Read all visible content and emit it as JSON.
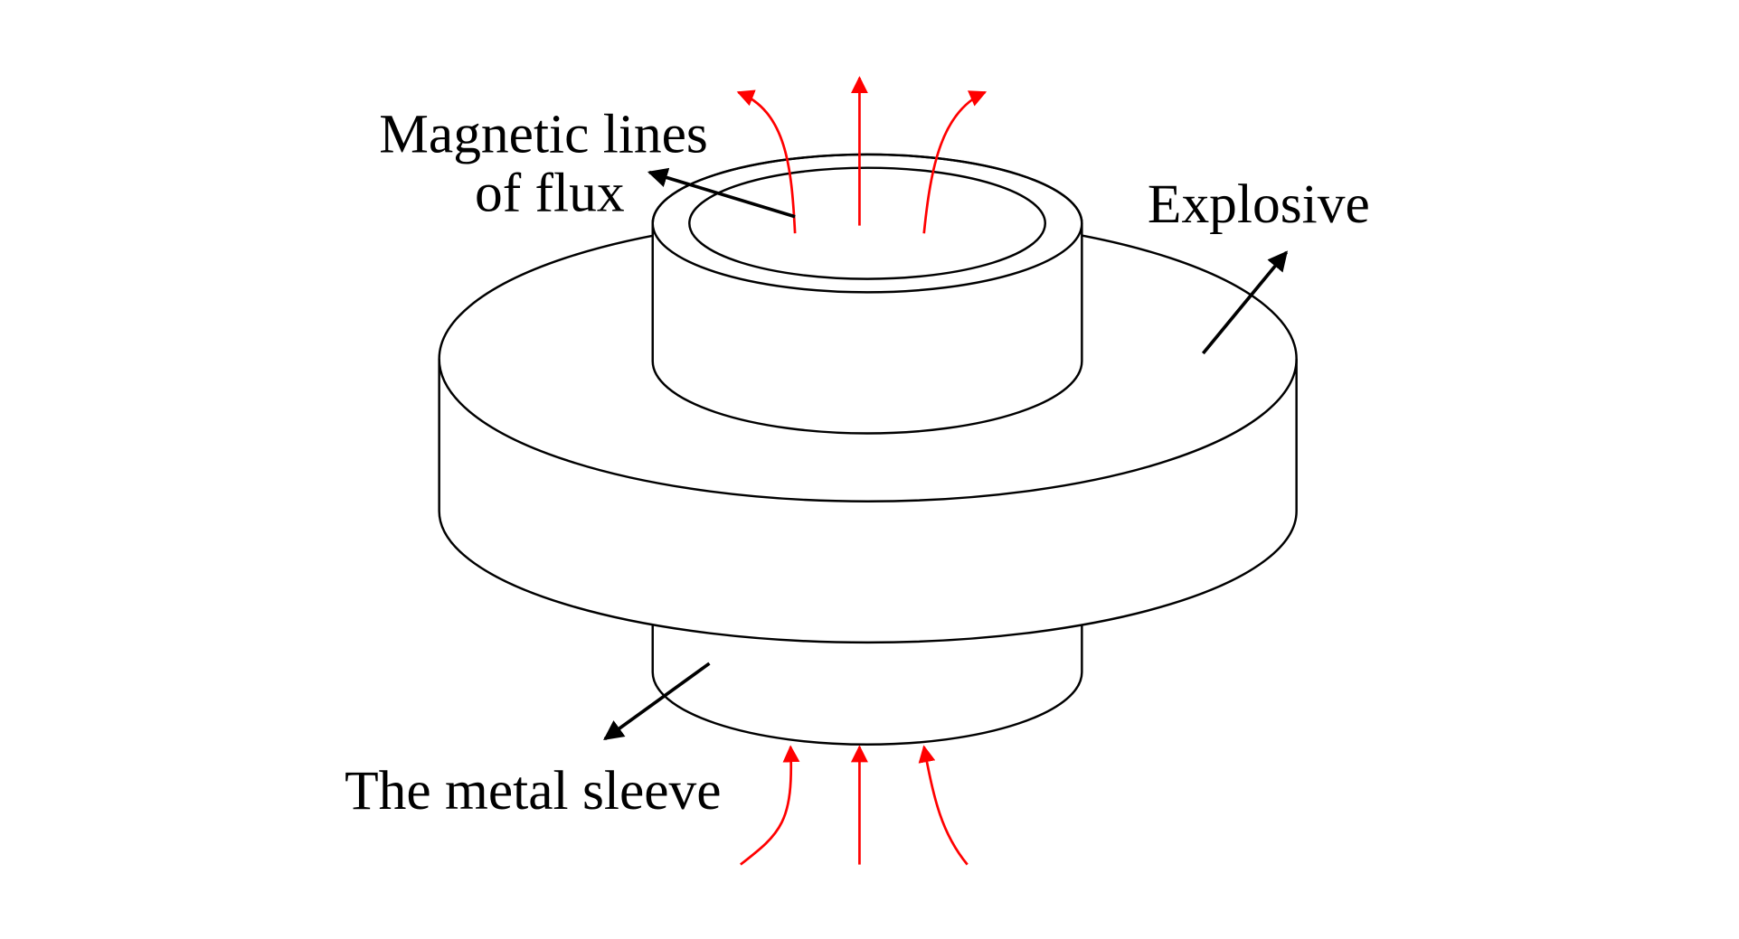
{
  "labels": {
    "flux_line1": "Magnetic lines",
    "flux_line2": "of flux",
    "explosive": "Explosive",
    "sleeve": "The metal sleeve"
  },
  "colors": {
    "flux_arrows": "#ff0000",
    "outline": "#000000",
    "background": "#ffffff"
  }
}
